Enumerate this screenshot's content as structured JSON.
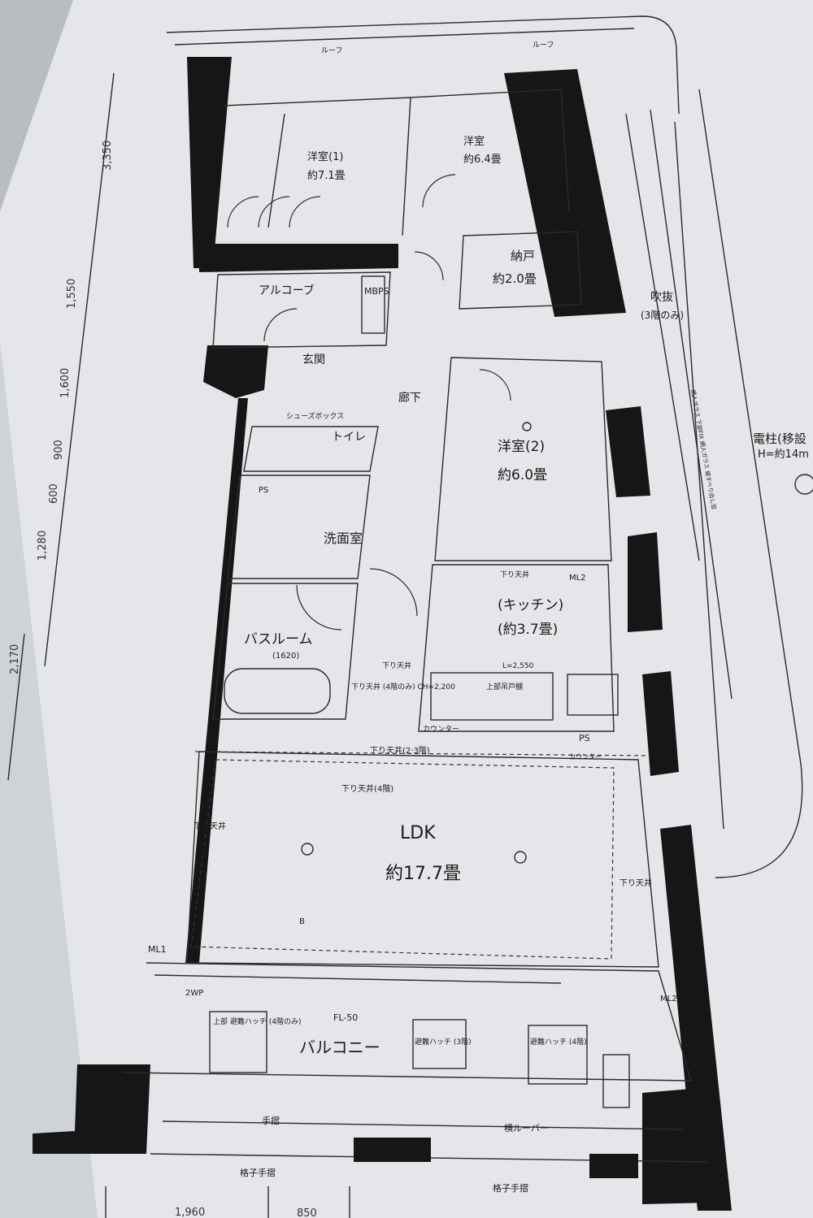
{
  "rooms": {
    "western1": {
      "name": "洋室(1)",
      "size": "約7.1畳"
    },
    "western2_upper": {
      "name": "洋室",
      "size": "約6.4畳"
    },
    "storage": {
      "name": "納戸",
      "size": "約2.0畳"
    },
    "alcove": {
      "name": "アルコーブ"
    },
    "mbps": {
      "name": "MBPS"
    },
    "entrance": {
      "name": "玄関"
    },
    "shoebox": {
      "name": "シューズボックス"
    },
    "hallway": {
      "name": "廊下"
    },
    "toilet": {
      "name": "トイレ"
    },
    "western2": {
      "name": "洋室(2)",
      "size": "約6.0畳"
    },
    "washroom": {
      "name": "洗面室"
    },
    "bathroom": {
      "name": "バスルーム",
      "size": "(1620)"
    },
    "kitchen": {
      "name": "(キッチン)",
      "size": "(約3.7畳)"
    },
    "ldk": {
      "name": "LDK",
      "size": "約17.7畳"
    },
    "balcony": {
      "name": "バルコニー",
      "floor": "FL-50"
    }
  },
  "annotations": {
    "fukinuke": "吹抜",
    "fukinuke_note": "(3階のみ)",
    "pole": "電柱(移設",
    "pole_height": "H=約14m",
    "ceiling_23": "下り天井(2·3階)",
    "ceiling_4": "下り天井(4階)",
    "ceiling_left": "下り天井",
    "ceiling_right": "下り天井",
    "ceiling_kitchen": "下り天井",
    "ceiling_kitchen2": "下り天井",
    "ch": "下り天井 (4階のみ) CH=2,200",
    "counter": "カウンター",
    "counter2": "カウンター",
    "upper_cabinet": "上部吊戸棚",
    "kitchen_length": "L=2,550",
    "ps": "PS",
    "ps2": "PS",
    "ml1": "ML1",
    "ml2": "ML2",
    "ml2b": "ML2",
    "twp": "2WP",
    "window_note": "網入ガラス 下部FIX 網入ガラス 縦すべり出し窓",
    "hatch_left": "上部 避難ハッチ (4階のみ)",
    "hatch_mid": "避難ハッチ (3階)",
    "hatch_right": "避難ハッチ (4階)",
    "rail": "手摺",
    "rail_bottom_left": "格子手摺",
    "rail_bottom_right": "格子手摺",
    "louver": "横ルーバー",
    "rooftop_left": "ルーフ",
    "rooftop_right": "ルーフ",
    "section_b": "B"
  },
  "dimensions": {
    "left": [
      "1,550",
      "1,600",
      "900",
      "600",
      "1,280",
      "2,170"
    ],
    "left_top": "3,350",
    "bottom": [
      "1,960",
      "850"
    ]
  }
}
